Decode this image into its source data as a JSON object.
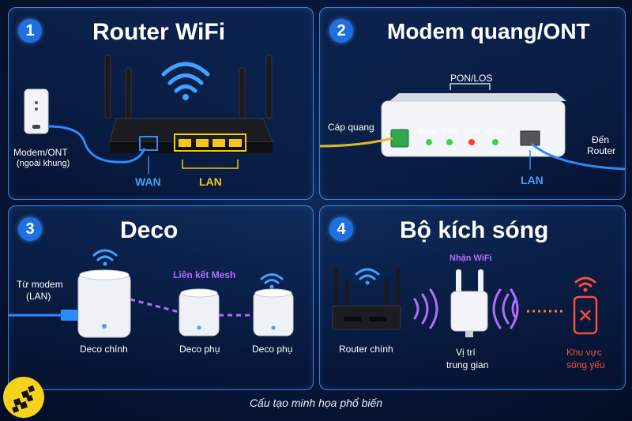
{
  "panels": [
    {
      "number": "1",
      "title": "Router WiFi",
      "labels": {
        "modem": "Modem/ONT",
        "modem_sub": "(ngoài khung)",
        "wan": "WAN",
        "lan": "LAN"
      }
    },
    {
      "number": "2",
      "title": "Modem quang/ONT",
      "labels": {
        "pon_los": "PON/LOS",
        "fiber": "Cáp quang",
        "power": "Power",
        "pon": "PON",
        "los": "LOS",
        "internet": "Internet",
        "to_router_1": "Đến",
        "to_router_2": "Router",
        "lan": "LAN"
      }
    },
    {
      "number": "3",
      "title": "Deco",
      "labels": {
        "from_modem_1": "Từ modem",
        "from_modem_2": "(LAN)",
        "mesh_link": "Liên kết Mesh",
        "deco_main": "Deco chính",
        "deco_sub_1": "Deco phụ",
        "deco_sub_2": "Deco phụ"
      }
    },
    {
      "number": "4",
      "title": "Bộ kích sóng",
      "labels": {
        "receive_wifi": "Nhận WiFi",
        "router_main": "Router chính",
        "middle_1": "Vị trí",
        "middle_2": "trung gian",
        "weak_1": "Khu vực",
        "weak_2": "sóng yếu"
      }
    }
  ],
  "footer": "Cấu tạo minh họa phổ biến",
  "colors": {
    "accent_blue": "#3fa3ff",
    "accent_yellow": "#f5c518",
    "mesh_purple": "#b16cff",
    "warning_red": "#ff4a3a",
    "border": "#3d7fd6"
  }
}
